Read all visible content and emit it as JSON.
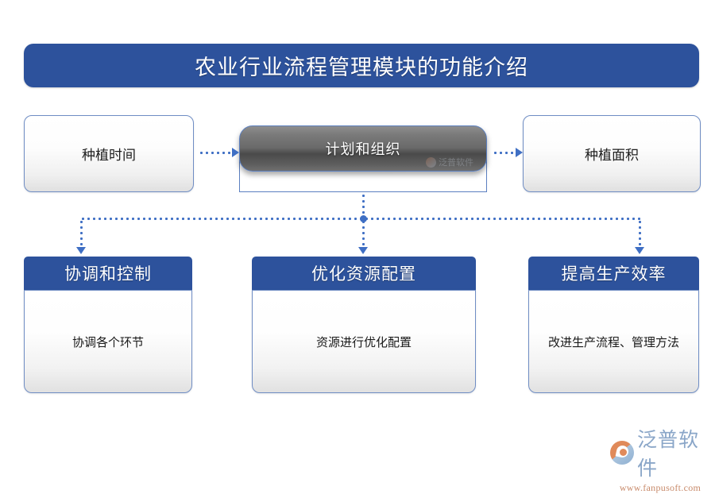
{
  "page": {
    "title": "农业行业流程管理模块的功能介绍",
    "background": "#ffffff",
    "accent_blue": "#2d529c",
    "border_blue": "#6f8dc4",
    "connector_blue": "#3f6fc4"
  },
  "diagram": {
    "top_row": {
      "left_node": {
        "label": "种植时间"
      },
      "center_node": {
        "label": "计划和组织",
        "watermark": "泛普软件"
      },
      "right_node": {
        "label": "种植面积"
      }
    },
    "bottom_cards": [
      {
        "header": "协调和控制",
        "body": "协调各个环节"
      },
      {
        "header": "优化资源配置",
        "body": "资源进行优化配置"
      },
      {
        "header": "提高生产效率",
        "body": "改进生产流程、管理方法"
      }
    ],
    "connectors": [
      {
        "name": "left-to-center",
        "style": "dotted-arrow",
        "direction": "right"
      },
      {
        "name": "center-to-right",
        "style": "dotted-arrow",
        "direction": "right"
      },
      {
        "name": "center-to-bottom-bus",
        "style": "dotted-bus",
        "direction": "down"
      }
    ]
  },
  "logo": {
    "name": "泛普软件",
    "url": "www.fanpusoft.com",
    "mark": "fanpu-circle-icon"
  }
}
